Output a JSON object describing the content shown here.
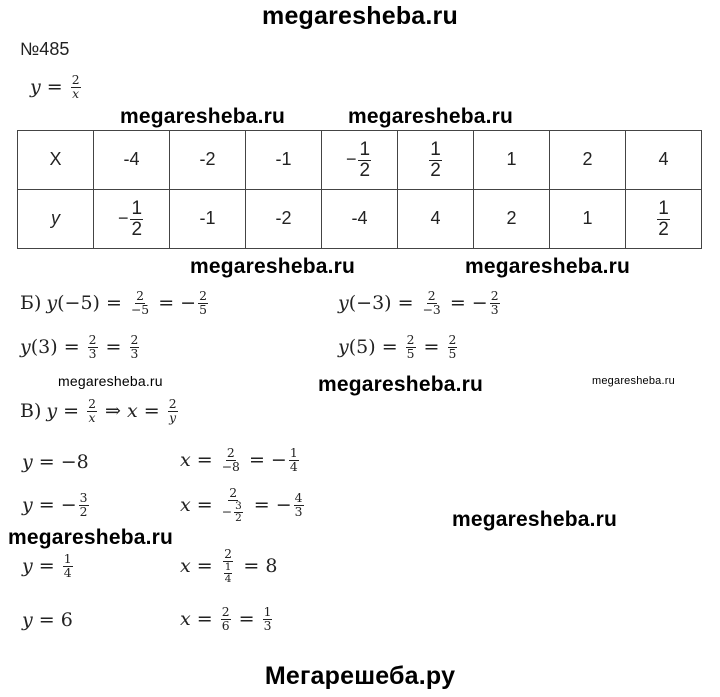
{
  "site_title": "megaresheba.ru",
  "footer": "Мегарешеба.ру",
  "problem_number": "№485",
  "function": [
    "y",
    " = ",
    {
      "frac": [
        [
          "2"
        ],
        [
          "x"
        ]
      ]
    }
  ],
  "watermarks": [
    "megaresheba.ru",
    "megaresheba.ru",
    "megaresheba.ru",
    "megaresheba.ru",
    "megaresheba.ru",
    "megaresheba.ru",
    "megaresheba.ru",
    "megaresheba.ru",
    "megaresheba.ru"
  ],
  "table": {
    "rows": [
      [
        [
          "X"
        ],
        [
          "-4"
        ],
        [
          "-2"
        ],
        [
          "-1"
        ],
        [
          "−",
          {
            "frac": [
              [
                "1"
              ],
              [
                "2"
              ]
            ]
          }
        ],
        [
          {
            "frac": [
              [
                "1"
              ],
              [
                "2"
              ]
            ]
          }
        ],
        [
          "1"
        ],
        [
          "2"
        ],
        [
          "4"
        ]
      ],
      [
        [
          "y"
        ],
        [
          "−",
          {
            "frac": [
              [
                "1"
              ],
              [
                "2"
              ]
            ]
          }
        ],
        [
          "-1"
        ],
        [
          "-2"
        ],
        [
          "-4"
        ],
        [
          "4"
        ],
        [
          "2"
        ],
        [
          "1"
        ],
        [
          {
            "frac": [
              [
                "1"
              ],
              [
                "2"
              ]
            ]
          }
        ]
      ]
    ]
  },
  "part_b": {
    "label": "Б)",
    "exprs": [
      [
        "y",
        "(−5) = ",
        {
          "frac": [
            [
              "2"
            ],
            [
              "−5"
            ]
          ]
        },
        " = −",
        {
          "frac": [
            [
              "2"
            ],
            [
              "5"
            ]
          ]
        }
      ],
      [
        "y",
        "(−3) = ",
        {
          "frac": [
            [
              "2"
            ],
            [
              "−3"
            ]
          ]
        },
        " = −",
        {
          "frac": [
            [
              "2"
            ],
            [
              "3"
            ]
          ]
        }
      ],
      [
        "y",
        "(3) = ",
        {
          "frac": [
            [
              "2"
            ],
            [
              "3"
            ]
          ]
        },
        " = ",
        {
          "frac": [
            [
              "2"
            ],
            [
              "3"
            ]
          ]
        }
      ],
      [
        "y",
        "(5) = ",
        {
          "frac": [
            [
              "2"
            ],
            [
              "5"
            ]
          ]
        },
        " = ",
        {
          "frac": [
            [
              "2"
            ],
            [
              "5"
            ]
          ]
        }
      ]
    ]
  },
  "part_v": {
    "label": "В)",
    "header": [
      "y",
      " = ",
      {
        "frac": [
          [
            "2"
          ],
          [
            "x"
          ]
        ]
      },
      " ⇒ ",
      "x",
      " = ",
      {
        "frac": [
          [
            "2"
          ],
          [
            "y"
          ]
        ]
      }
    ],
    "rows": [
      {
        "y": [
          "y",
          " = −8"
        ],
        "x": [
          "x",
          " = ",
          {
            "frac": [
              [
                "2"
              ],
              [
                "−8"
              ]
            ]
          },
          " = −",
          {
            "frac": [
              [
                "1"
              ],
              [
                "4"
              ]
            ]
          }
        ]
      },
      {
        "y": [
          "y",
          " = −",
          {
            "frac": [
              [
                "3"
              ],
              [
                "2"
              ]
            ]
          }
        ],
        "x": [
          "x",
          " = ",
          {
            "frac": [
              [
                "2"
              ],
              [
                "−",
                {
                  "frac": [
                    [
                      "3"
                    ],
                    [
                      "2"
                    ]
                  ]
                }
              ]
            ]
          },
          " = −",
          {
            "frac": [
              [
                "4"
              ],
              [
                "3"
              ]
            ]
          }
        ]
      },
      {
        "y": [
          "y",
          " = ",
          {
            "frac": [
              [
                "1"
              ],
              [
                "4"
              ]
            ]
          }
        ],
        "x": [
          "x",
          " = ",
          {
            "frac": [
              [
                "2"
              ],
              [
                {
                  "frac": [
                    [
                      "1"
                    ],
                    [
                      "4"
                    ]
                  ]
                }
              ]
            ]
          },
          " = 8"
        ]
      },
      {
        "y": [
          "y",
          " = 6"
        ],
        "x": [
          "x",
          " = ",
          {
            "frac": [
              [
                "2"
              ],
              [
                "6"
              ]
            ]
          },
          " = ",
          {
            "frac": [
              [
                "1"
              ],
              [
                "3"
              ]
            ]
          }
        ]
      }
    ]
  }
}
